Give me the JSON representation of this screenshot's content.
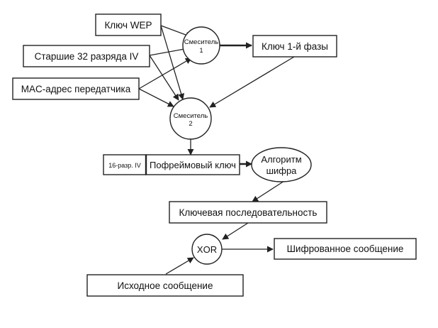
{
  "diagram": {
    "nodes": {
      "wep_key": {
        "label": "Ключ WEP",
        "shape": "rect"
      },
      "iv_high": {
        "label": "Старшие 32 разряда IV",
        "shape": "rect"
      },
      "mac": {
        "label": "MAC-адрес передатчика",
        "shape": "rect"
      },
      "mixer1": {
        "label1": "Смеситель",
        "label2": "1",
        "shape": "circle"
      },
      "phase1_key": {
        "label": "Ключ 1-й фазы",
        "shape": "rect"
      },
      "mixer2": {
        "label1": "Смеситель",
        "label2": "2",
        "shape": "circle"
      },
      "iv16": {
        "label": "16-разр. IV",
        "shape": "rect"
      },
      "per_frame_key": {
        "label": "Пофреймовый ключ",
        "shape": "rect"
      },
      "cipher": {
        "label1": "Алгоритм",
        "label2": "шифра",
        "shape": "ellipse"
      },
      "keystream": {
        "label": "Ключевая последовательность",
        "shape": "rect"
      },
      "xor": {
        "label": "XOR",
        "shape": "circle"
      },
      "ciphertext": {
        "label": "Шифрованное сообщение",
        "shape": "rect"
      },
      "plaintext": {
        "label": "Исходное сообщение",
        "shape": "rect"
      }
    },
    "edges": [
      {
        "from": "wep_key",
        "to": "mixer1"
      },
      {
        "from": "iv_high",
        "to": "mixer1"
      },
      {
        "from": "mac",
        "to": "mixer1"
      },
      {
        "from": "wep_key",
        "to": "mixer2"
      },
      {
        "from": "iv_high",
        "to": "mixer2"
      },
      {
        "from": "mac",
        "to": "mixer2"
      },
      {
        "from": "mixer1",
        "to": "phase1_key"
      },
      {
        "from": "phase1_key",
        "to": "mixer2"
      },
      {
        "from": "mixer2",
        "to": "per_frame_key"
      },
      {
        "from": "per_frame_key",
        "to": "cipher"
      },
      {
        "from": "cipher",
        "to": "keystream"
      },
      {
        "from": "keystream",
        "to": "xor"
      },
      {
        "from": "plaintext",
        "to": "xor"
      },
      {
        "from": "xor",
        "to": "ciphertext"
      }
    ]
  }
}
